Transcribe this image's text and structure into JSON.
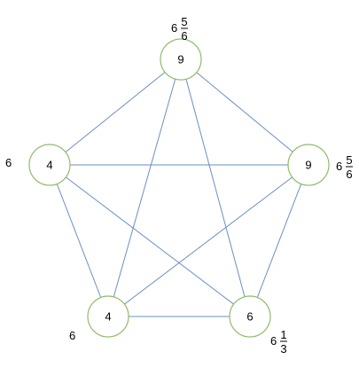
{
  "graph": {
    "nodes": [
      {
        "id": "top",
        "value": "9",
        "label": {
          "whole": "6",
          "numerator": "5",
          "denominator": "6"
        }
      },
      {
        "id": "left",
        "value": "4",
        "label": {
          "whole": "6"
        }
      },
      {
        "id": "right",
        "value": "9",
        "label": {
          "whole": "6",
          "numerator": "5",
          "denominator": "6"
        }
      },
      {
        "id": "bottom-left",
        "value": "4",
        "label": {
          "whole": "6"
        }
      },
      {
        "id": "bottom-right",
        "value": "6",
        "label": {
          "whole": "6",
          "numerator": "1",
          "denominator": "3"
        }
      }
    ],
    "edges": [
      [
        "top",
        "left"
      ],
      [
        "top",
        "right"
      ],
      [
        "top",
        "bottom-left"
      ],
      [
        "top",
        "bottom-right"
      ],
      [
        "left",
        "right"
      ],
      [
        "left",
        "bottom-left"
      ],
      [
        "left",
        "bottom-right"
      ],
      [
        "right",
        "bottom-left"
      ],
      [
        "right",
        "bottom-right"
      ],
      [
        "bottom-left",
        "bottom-right"
      ]
    ],
    "colors": {
      "edge": "#6a8fc4",
      "node_border": "#8fbc6a"
    }
  }
}
